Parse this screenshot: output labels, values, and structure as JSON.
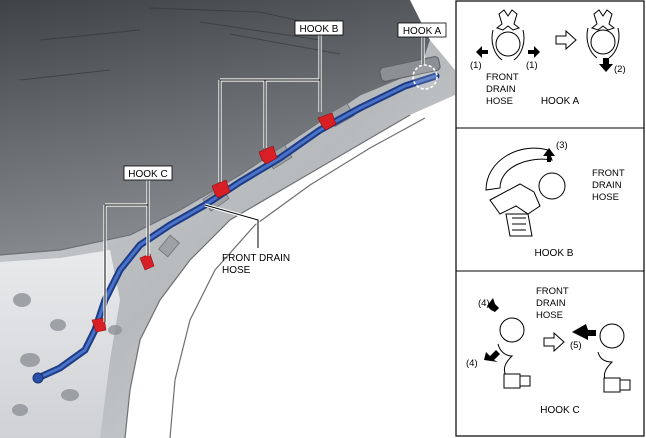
{
  "main": {
    "hook_a_label": "HOOK A",
    "hook_b_label": "HOOK B",
    "hook_c_label": "HOOK C",
    "hose_label_line1": "FRONT DRAIN",
    "hose_label_line2": "HOSE"
  },
  "panel_a": {
    "step1_left": "(1)",
    "step1_right": "(1)",
    "step2": "(2)",
    "hose_line1": "FRONT",
    "hose_line2": "DRAIN",
    "hose_line3": "HOSE",
    "caption": "HOOK A"
  },
  "panel_b": {
    "step3": "(3)",
    "hose_line1": "FRONT",
    "hose_line2": "DRAIN",
    "hose_line3": "HOSE",
    "caption": "HOOK B"
  },
  "panel_c": {
    "step4_top": "(4)",
    "step4_bottom": "(4)",
    "step5": "(5)",
    "hose_line1": "FRONT",
    "hose_line2": "DRAIN",
    "hose_line3": "HOSE",
    "caption": "HOOK C"
  },
  "colors": {
    "hose": "#2a4fa8",
    "clip": "#d81f26",
    "body_dark": "#5e6165",
    "body_light": "#e4e5e7"
  }
}
